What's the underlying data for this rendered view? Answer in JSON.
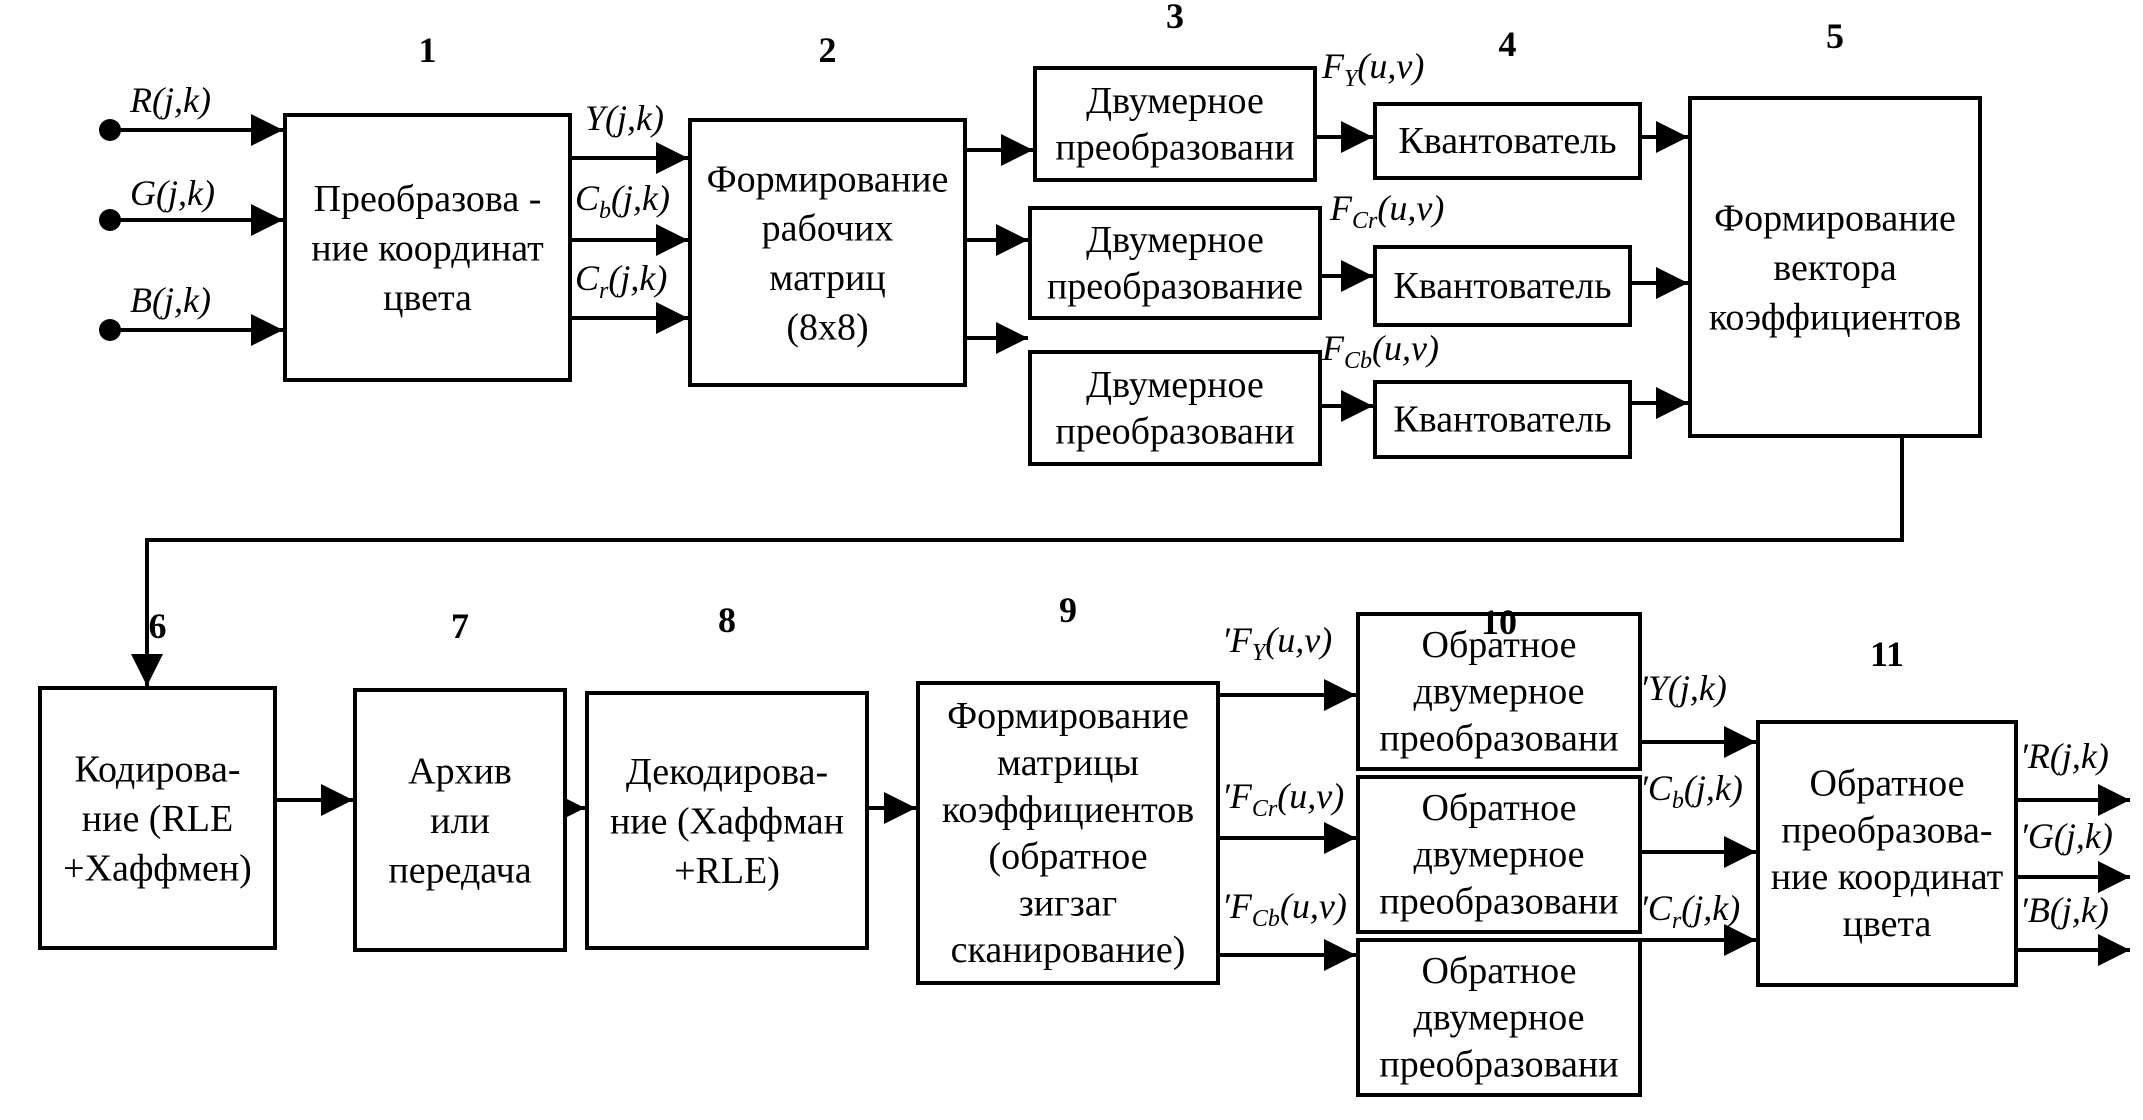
{
  "blocks": [
    {
      "id": "b1",
      "number": "1",
      "lines": [
        "Преобразова -",
        "ние координат",
        "цвета"
      ]
    },
    {
      "id": "b2",
      "number": "2",
      "lines": [
        "Формирование",
        "рабочих",
        "матриц",
        "(8x8)"
      ]
    },
    {
      "id": "b3a",
      "number": "3",
      "lines": [
        "Двумерное",
        "преобразовани"
      ]
    },
    {
      "id": "b3b",
      "number": "",
      "lines": [
        "Двумерное",
        "преобразование"
      ]
    },
    {
      "id": "b3c",
      "number": "",
      "lines": [
        "Двумерное",
        "преобразовани"
      ]
    },
    {
      "id": "b4a",
      "number": "4",
      "lines": [
        "Квантователь"
      ]
    },
    {
      "id": "b4b",
      "number": "",
      "lines": [
        "Квантователь"
      ]
    },
    {
      "id": "b4c",
      "number": "",
      "lines": [
        "Квантователь"
      ]
    },
    {
      "id": "b5",
      "number": "5",
      "lines": [
        "Формирование",
        "вектора",
        "коэффициентов"
      ]
    },
    {
      "id": "b6",
      "number": "6",
      "lines": [
        "Кодирова-",
        "ние (RLE",
        "+Хаффмен)"
      ]
    },
    {
      "id": "b7",
      "number": "7",
      "lines": [
        "Архив",
        "или",
        "передача"
      ]
    },
    {
      "id": "b8",
      "number": "8",
      "lines": [
        "Декодирова-",
        "ние (Хаффман",
        "+RLE)"
      ]
    },
    {
      "id": "b9",
      "number": "9",
      "lines": [
        "Формирование",
        "матрицы",
        "коэффициентов",
        "(обратное",
        "зигзаг",
        "сканирование)"
      ]
    },
    {
      "id": "b10a",
      "number": "10",
      "lines": [
        "Обратное",
        "двумерное",
        "преобразовани"
      ]
    },
    {
      "id": "b10b",
      "number": "",
      "lines": [
        "Обратное",
        "двумерное",
        "преобразовани"
      ]
    },
    {
      "id": "b10c",
      "number": "",
      "lines": [
        "Обратное",
        "двумерное",
        "преобразовани"
      ]
    },
    {
      "id": "b11",
      "number": "11",
      "lines": [
        "Обратное",
        "преобразова-",
        "ние координат",
        "цвета"
      ]
    }
  ],
  "signals": [
    {
      "id": "in_r",
      "prefix": "",
      "main": "R",
      "sub": "",
      "args": "(j,k)"
    },
    {
      "id": "in_g",
      "prefix": "",
      "main": "G",
      "sub": "",
      "args": "(j,k)"
    },
    {
      "id": "in_b",
      "prefix": "",
      "main": "B",
      "sub": "",
      "args": "(j,k)"
    },
    {
      "id": "y_jk",
      "prefix": "",
      "main": "Y",
      "sub": "",
      "args": "(j,k)"
    },
    {
      "id": "cb_jk",
      "prefix": "",
      "main": "C",
      "sub": "b",
      "args": "(j,k)"
    },
    {
      "id": "cr_jk",
      "prefix": "",
      "main": "C",
      "sub": "r",
      "args": "(j,k)"
    },
    {
      "id": "fy_uv",
      "prefix": "",
      "main": "F",
      "sub": "Y",
      "args": "(u,v)"
    },
    {
      "id": "fcr_uv",
      "prefix": "",
      "main": "F",
      "sub": "Cr",
      "args": "(u,v)"
    },
    {
      "id": "fcb_uv",
      "prefix": "",
      "main": "F",
      "sub": "Cb",
      "args": "(u,v)"
    },
    {
      "id": "fy_uv_p",
      "prefix": "′",
      "main": "F",
      "sub": "Y",
      "args": "(u,v)"
    },
    {
      "id": "fcr_uv_p",
      "prefix": "′",
      "main": "F",
      "sub": "Cr",
      "args": "(u,v)"
    },
    {
      "id": "fcb_uv_p",
      "prefix": "′",
      "main": "F",
      "sub": "Cb",
      "args": "(u,v)"
    },
    {
      "id": "y_jk_p",
      "prefix": "′",
      "main": "Y",
      "sub": "",
      "args": "(j,k)"
    },
    {
      "id": "cb_jk_p",
      "prefix": "′",
      "main": "C",
      "sub": "b",
      "args": "(j,k)"
    },
    {
      "id": "cr_jk_p",
      "prefix": "′",
      "main": "C",
      "sub": "r",
      "args": "(j,k)"
    },
    {
      "id": "out_r",
      "prefix": "′",
      "main": "R",
      "sub": "",
      "args": "(j,k)"
    },
    {
      "id": "out_g",
      "prefix": "′",
      "main": "G",
      "sub": "",
      "args": "(j,k)"
    },
    {
      "id": "out_b",
      "prefix": "′",
      "main": "B",
      "sub": "",
      "args": "(j,k)"
    }
  ]
}
